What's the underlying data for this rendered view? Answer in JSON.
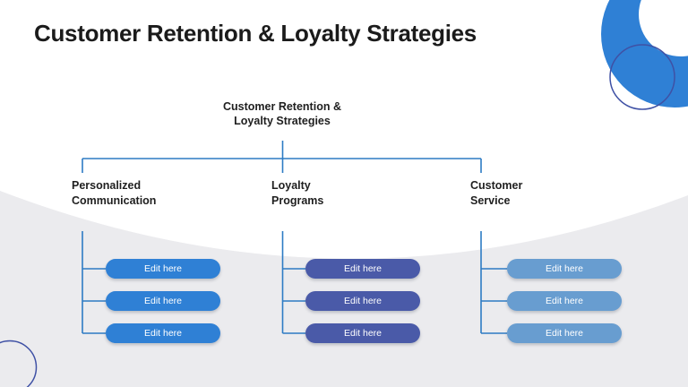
{
  "slide": {
    "title": "Customer Retention & Loyalty Strategies",
    "background_base_color": "#ffffff",
    "background_wave_color": "#ebebee",
    "decor": {
      "ring_icon_color": "#2f80d5",
      "outline_circle_color": "#3f51a5"
    }
  },
  "diagram": {
    "connector_color": "#2d7bc4",
    "root_label": "Customer Retention &\nLoyalty Strategies",
    "branches": [
      {
        "label": "Personalized\nCommunication",
        "pill_color": "#2f80d5",
        "items": [
          "Edit here",
          "Edit here",
          "Edit here"
        ]
      },
      {
        "label": "Loyalty\nPrograms",
        "pill_color": "#4a5aa8",
        "items": [
          "Edit here",
          "Edit here",
          "Edit here"
        ]
      },
      {
        "label": "Customer\nService",
        "pill_color": "#689dd0",
        "items": [
          "Edit here",
          "Edit here",
          "Edit here"
        ]
      }
    ]
  }
}
